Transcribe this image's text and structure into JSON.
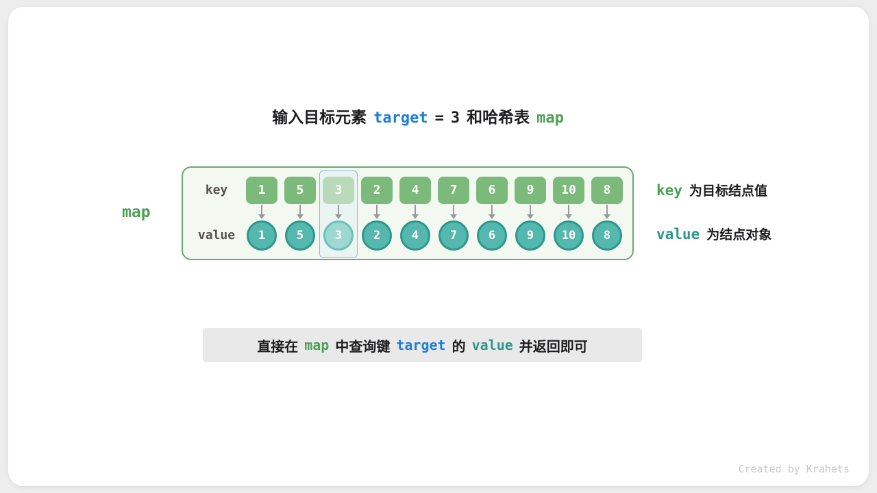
{
  "title": {
    "segments": [
      {
        "text": "输入目标元素",
        "style": "plain"
      },
      {
        "text": "target",
        "style": "code-blue"
      },
      {
        "text": "=",
        "style": "plain-bold"
      },
      {
        "text": "3",
        "style": "number-bold"
      },
      {
        "text": "和哈希表",
        "style": "plain"
      },
      {
        "text": "map",
        "style": "code-green"
      }
    ]
  },
  "map": {
    "label": "map",
    "key_label": "key",
    "value_label": "value",
    "keys": [
      1,
      5,
      3,
      2,
      4,
      7,
      6,
      9,
      10,
      8
    ],
    "values": [
      1,
      5,
      3,
      2,
      4,
      7,
      6,
      9,
      10,
      8
    ],
    "highlighted_index": 2
  },
  "annotations": {
    "key": {
      "code": "key",
      "text": "为目标结点值"
    },
    "value": {
      "code": "value",
      "text": "为结点对象"
    }
  },
  "summary": {
    "segments": [
      {
        "text": "直接在",
        "style": "plain"
      },
      {
        "text": "map",
        "style": "code-green"
      },
      {
        "text": "中查询键",
        "style": "plain"
      },
      {
        "text": "target",
        "style": "code-blue"
      },
      {
        "text": "的",
        "style": "plain"
      },
      {
        "text": "value",
        "style": "code-teal"
      },
      {
        "text": "并返回即可",
        "style": "plain"
      }
    ]
  },
  "watermark": "Created by Krahets",
  "colors": {
    "green_accent": "#4ca154",
    "teal_accent": "#2e978d",
    "blue_accent": "#1c7fd6",
    "key_fill": "#7cba7c",
    "value_fill": "#54b8ae",
    "map_box_bg": "#f3f9f1",
    "map_box_border": "#69a96d",
    "highlight_outline": "#85bcec",
    "arrow": "#9a9a9a",
    "summary_bg": "#e9e9e9",
    "card_bg": "#ffffff",
    "page_bg": "#ededed"
  }
}
